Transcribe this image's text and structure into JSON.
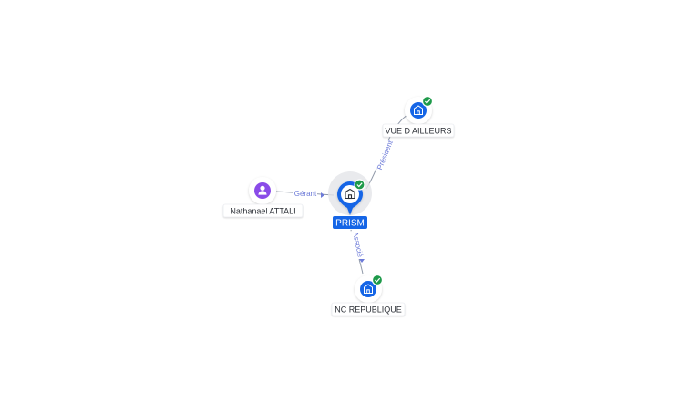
{
  "graph": {
    "colors": {
      "company": "#1565e6",
      "person": "#8a4be8",
      "verified": "#1e9a4a",
      "edge": "#8f98a8",
      "edge_label": "#6c7ad8"
    },
    "nodes": {
      "center": {
        "label": "PRISM",
        "type": "company",
        "icon": "building-icon",
        "verified": true
      },
      "vue": {
        "label": "VUE D AILLEURS",
        "type": "company",
        "icon": "building-icon",
        "verified": true
      },
      "nathanael": {
        "label": "Nathanael ATTALI",
        "type": "person",
        "icon": "person-icon",
        "verified": false
      },
      "nc": {
        "label": "NC REPUBLIQUE",
        "type": "company",
        "icon": "building-icon",
        "verified": true
      }
    },
    "edges": {
      "president": {
        "label": "Président",
        "from": "center",
        "to": "vue"
      },
      "gerant": {
        "label": "Gérant",
        "from": "nathanael",
        "to": "center"
      },
      "associe": {
        "label": "Associé",
        "from": "center",
        "to": "nc"
      }
    }
  }
}
